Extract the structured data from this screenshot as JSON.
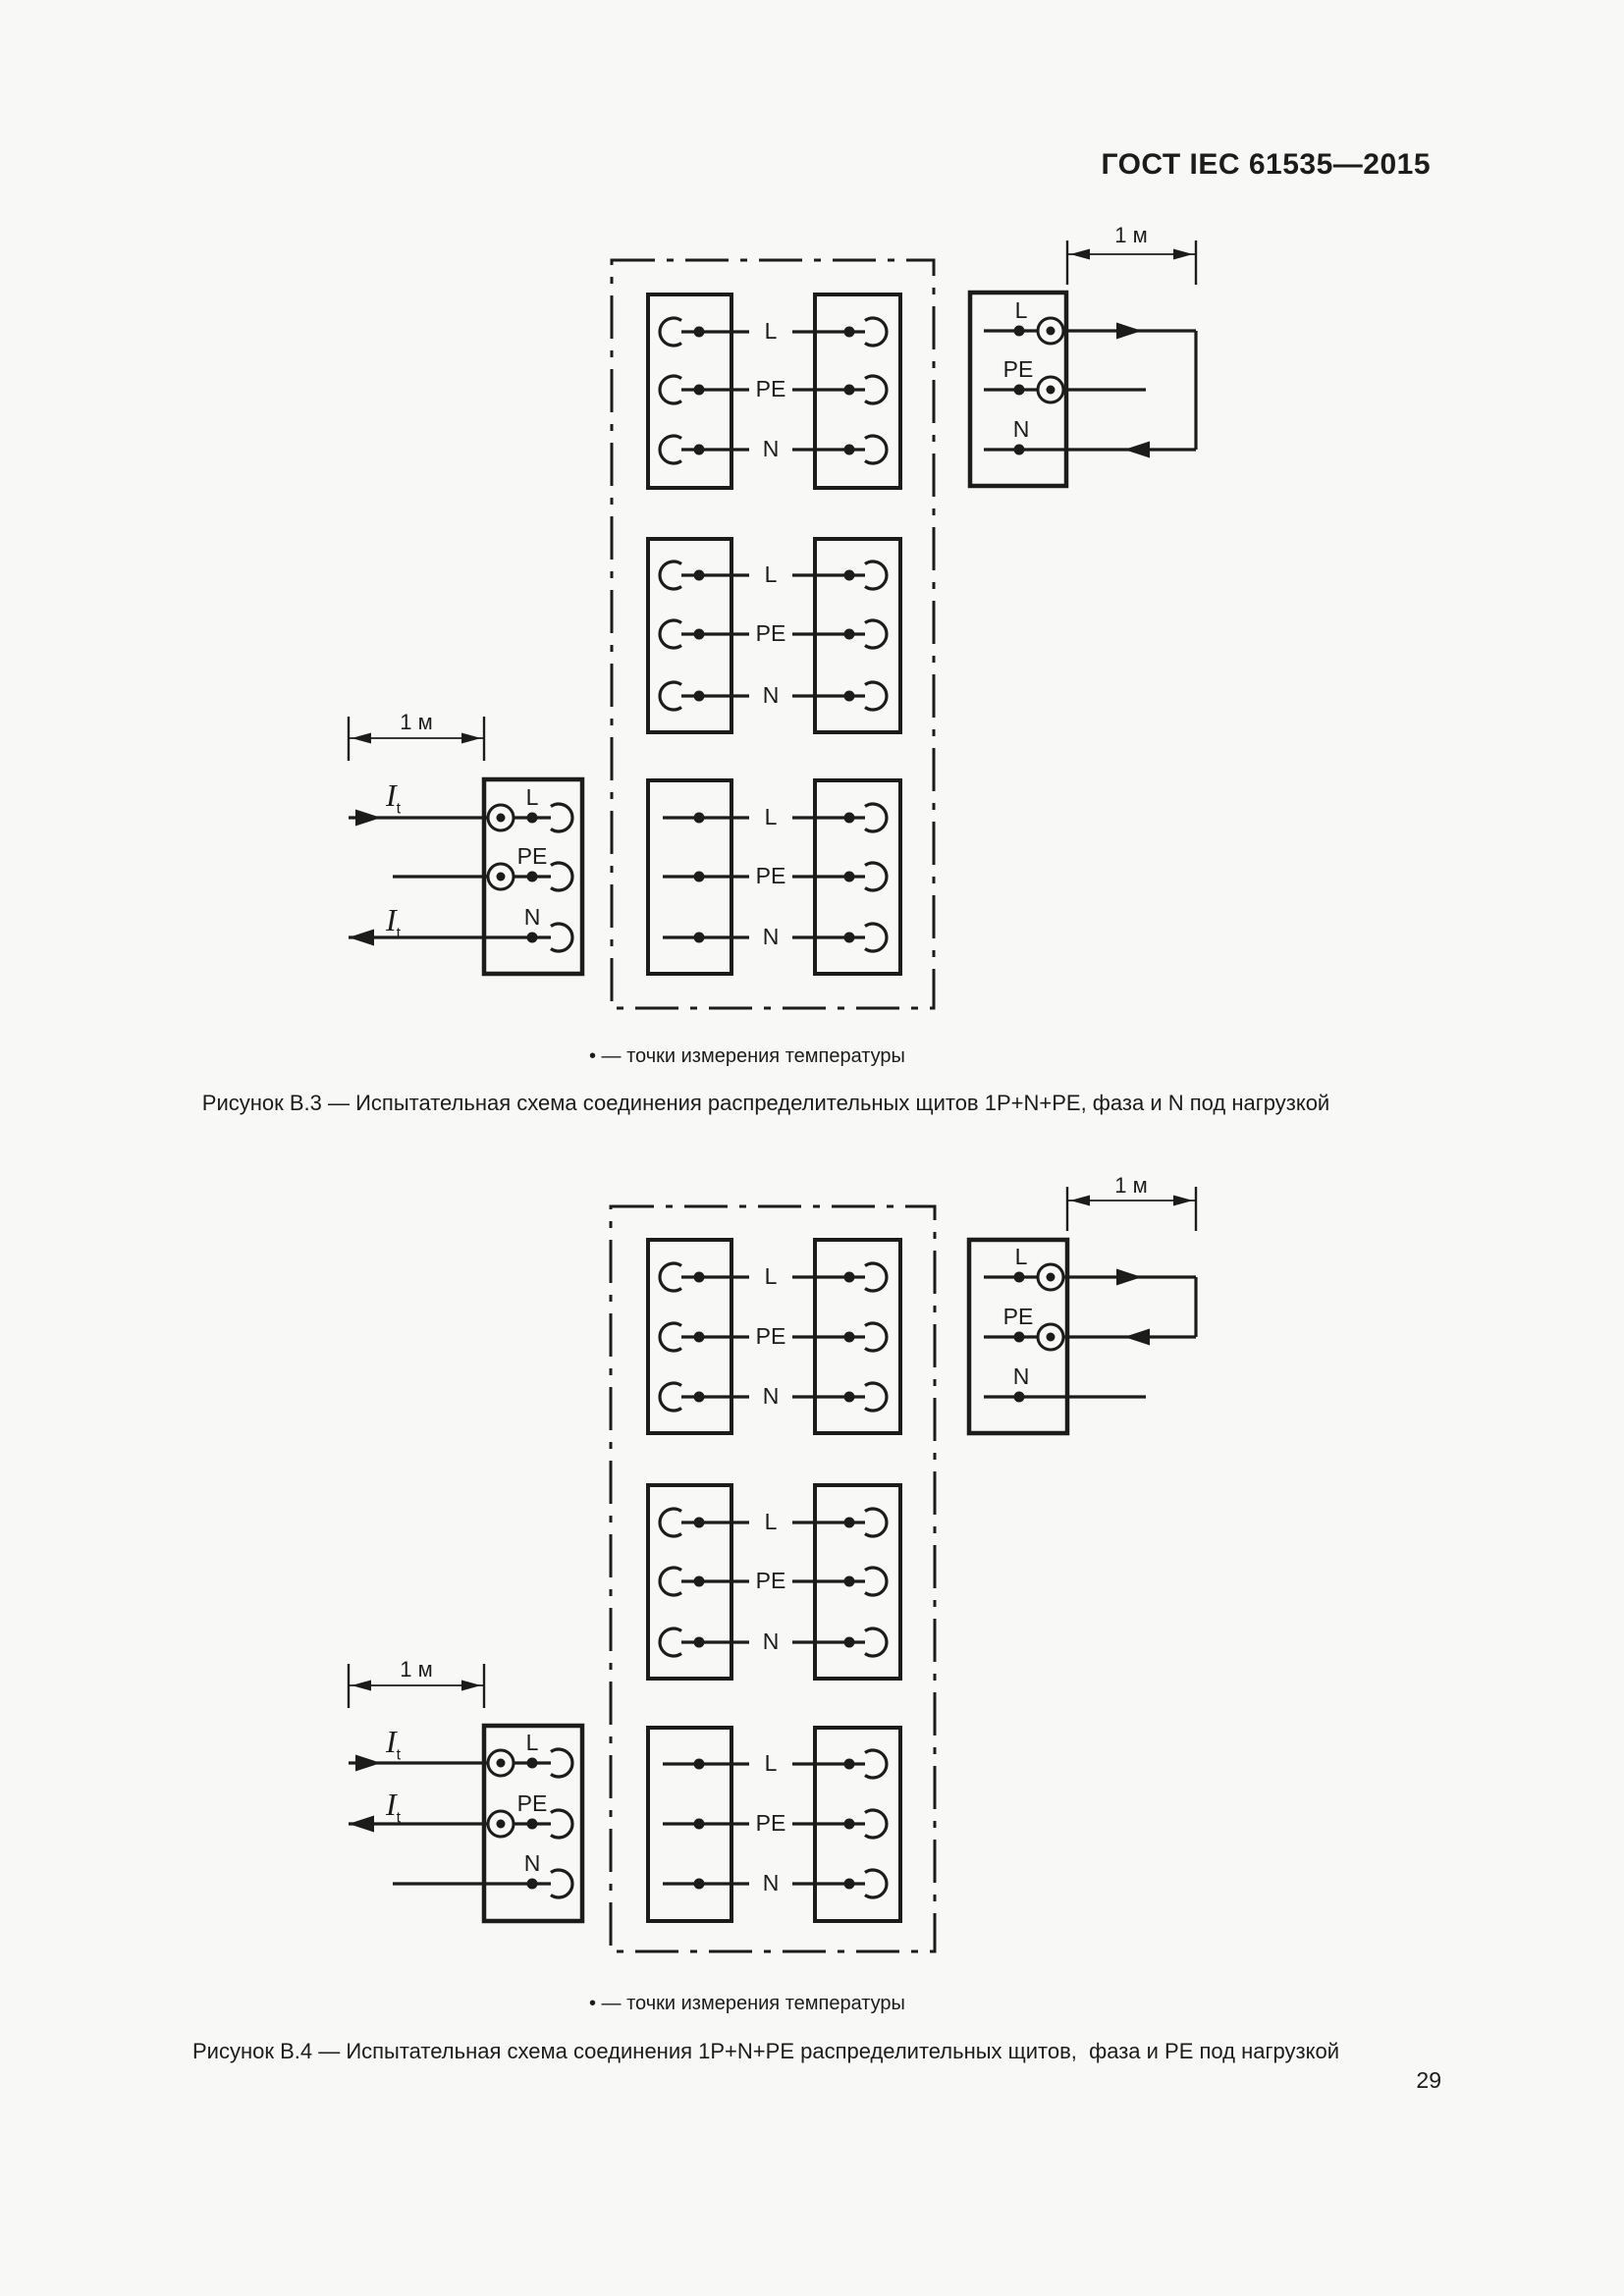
{
  "header": {
    "standard": "ГОСТ IEC 61535—2015"
  },
  "page": {
    "number": "29"
  },
  "conductor_labels": {
    "line": "L",
    "protective_earth": "PE",
    "neutral": "N"
  },
  "dimension": {
    "one_meter": "1 м"
  },
  "current": {
    "symbol": "I",
    "subscript": "t"
  },
  "figures": {
    "b3": {
      "legend": "• — точки измерения температуры",
      "caption": "Рисунок В.3 — Испытательная схема соединения распределительных щитов 1P+N+PE, фаза и N под нагрузкой"
    },
    "b4": {
      "legend": "• — точки измерения температуры",
      "caption": "Рисунок В.4 — Испытательная схема соединения 1P+N+PE распределительных щитов,  фаза и PE под нагрузкой"
    }
  }
}
